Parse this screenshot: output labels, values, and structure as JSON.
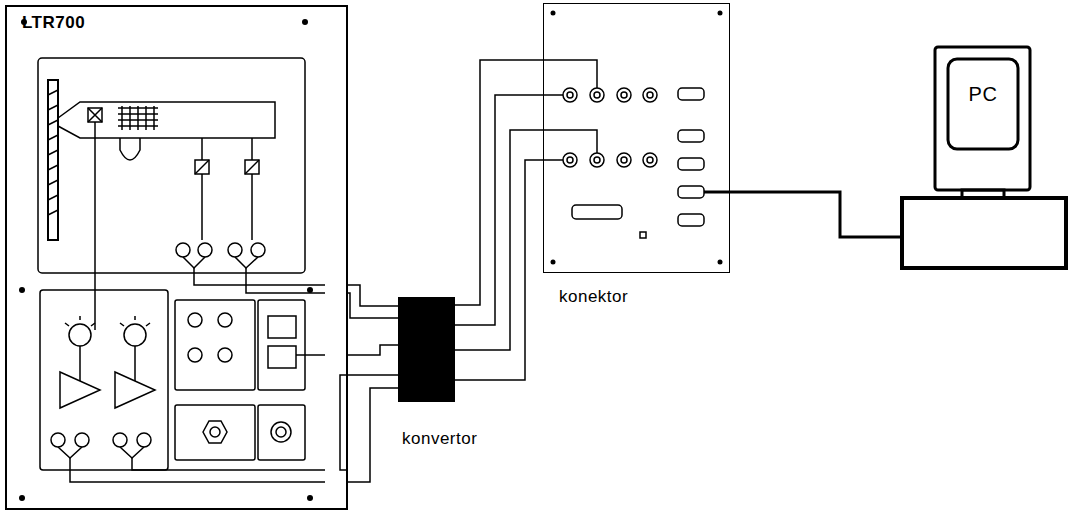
{
  "diagram": {
    "nodes": [
      {
        "text": [
          "LTR700"
        ]
      },
      {
        "text": [
          "konvertor"
        ]
      },
      {
        "text": [
          "konektor"
        ]
      },
      {
        "text": [
          "PC"
        ]
      }
    ],
    "edges": [
      {
        "from": 0,
        "to": 1,
        "arrow": "none"
      },
      {
        "from": 0,
        "to": 1,
        "arrow": "none"
      },
      {
        "from": 0,
        "to": 1,
        "arrow": "none"
      },
      {
        "from": 0,
        "to": 1,
        "arrow": "none"
      },
      {
        "from": 0,
        "to": 1,
        "arrow": "none"
      },
      {
        "from": 1,
        "to": 2,
        "arrow": "none"
      },
      {
        "from": 1,
        "to": 2,
        "arrow": "none"
      },
      {
        "from": 1,
        "to": 2,
        "arrow": "none"
      },
      {
        "from": 1,
        "to": 2,
        "arrow": "none"
      },
      {
        "from": 2,
        "to": 3,
        "arrow": "none"
      }
    ]
  }
}
